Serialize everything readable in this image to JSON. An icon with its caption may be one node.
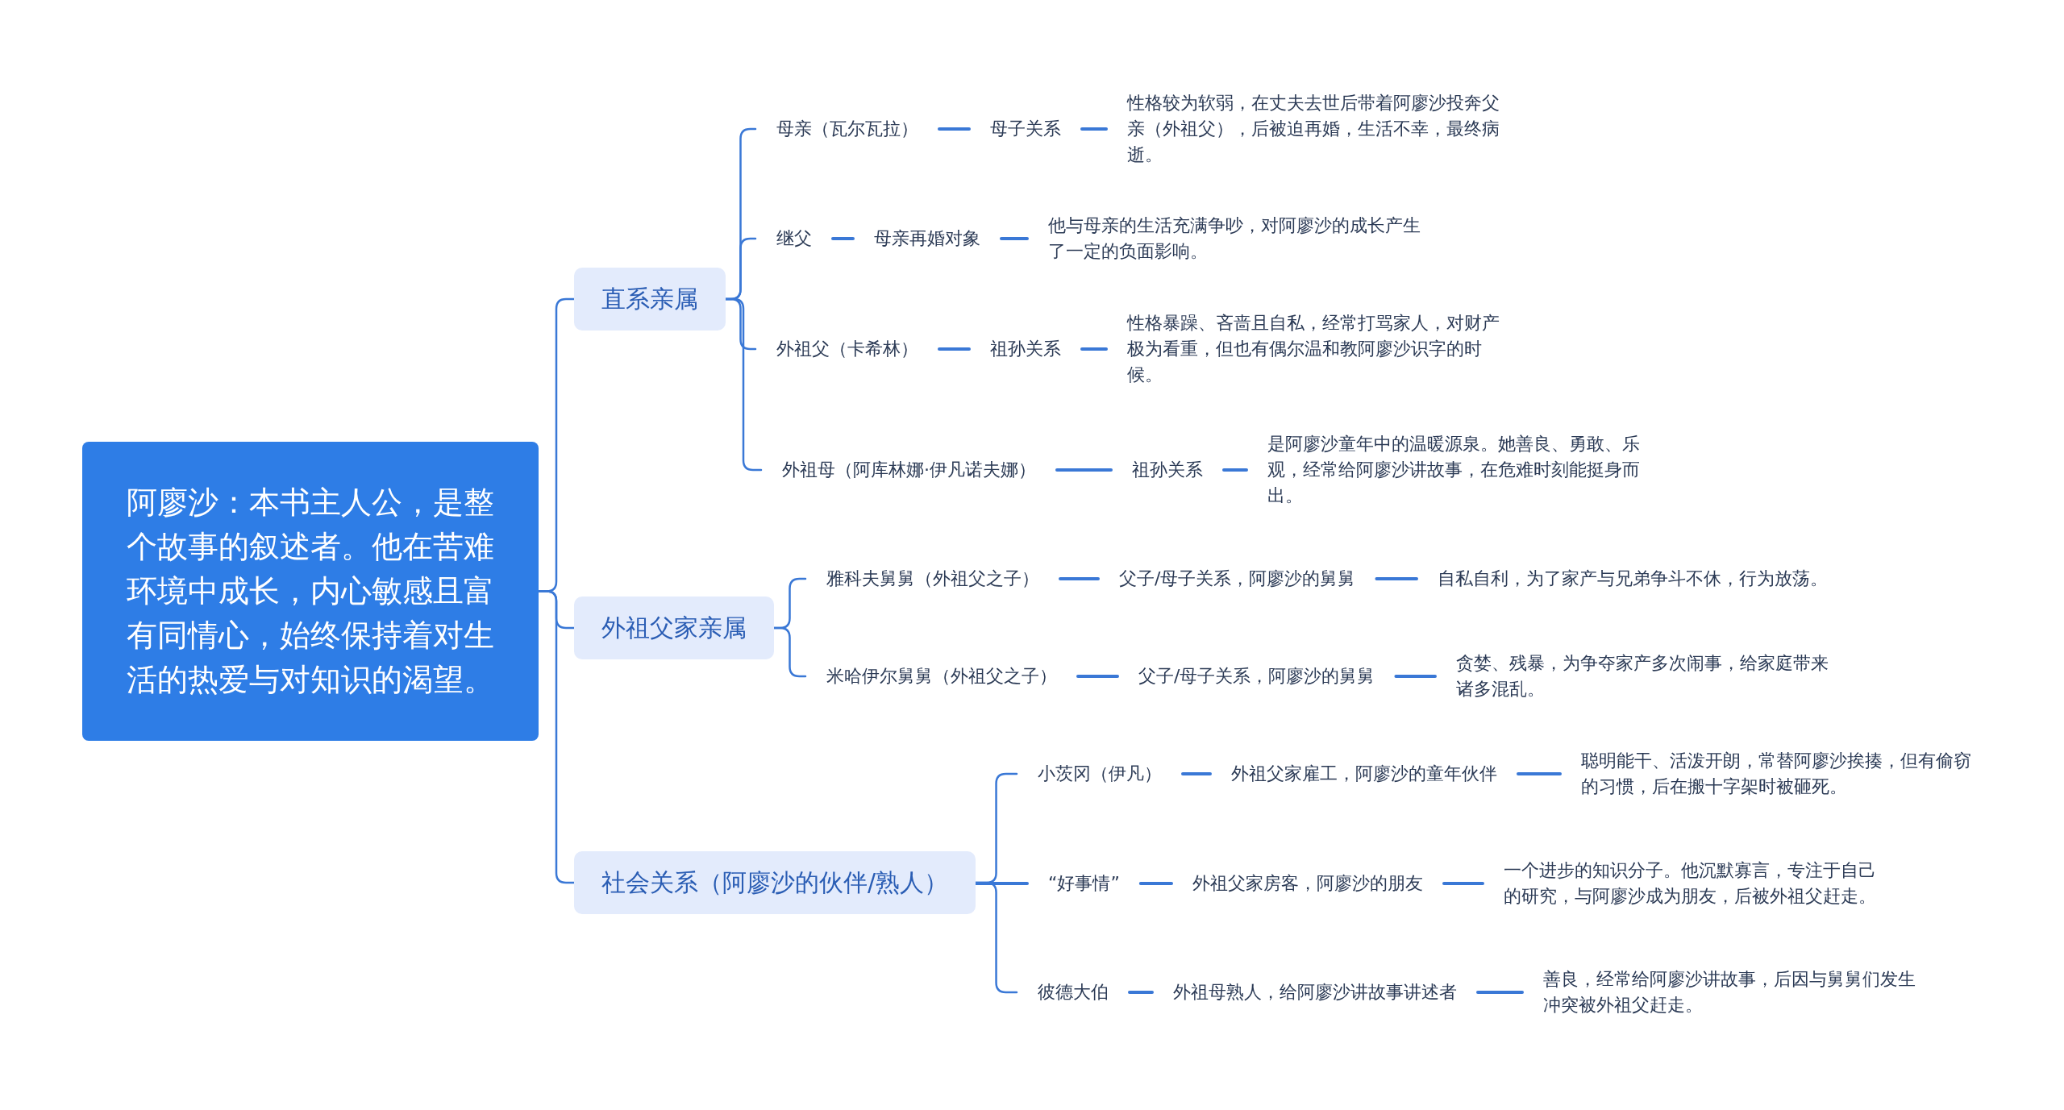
{
  "diagram": {
    "nodes": [
      {
        "text": [
          "阿廖沙：本书主人公，是整个故事的叙述者。他在苦难环境中成长，内心敏感且富有同情心，始终保持着对生活的热爱与对知识的渴望。"
        ]
      },
      {
        "text": [
          "直系亲属"
        ]
      },
      {
        "text": [
          "母亲（瓦尔瓦拉）"
        ]
      },
      {
        "text": [
          "母子关系"
        ]
      },
      {
        "text": [
          "性格较为软弱，在丈夫去世后带着阿廖沙投奔父亲（外祖父），后被迫再婚，生活不幸，最终病逝。"
        ]
      },
      {
        "text": [
          "继父"
        ]
      },
      {
        "text": [
          "母亲再婚对象"
        ]
      },
      {
        "text": [
          "他与母亲的生活充满争吵，对阿廖沙的成长产生了一定的负面影响。"
        ]
      },
      {
        "text": [
          "外祖父（卡希林）"
        ]
      },
      {
        "text": [
          "祖孙关系"
        ]
      },
      {
        "text": [
          "性格暴躁、吝啬且自私，经常打骂家人，对财产极为看重，但也有偶尔温和教阿廖沙识字的时候。"
        ]
      },
      {
        "text": [
          "外祖母（阿库林娜·伊凡诺夫娜）"
        ]
      },
      {
        "text": [
          "祖孙关系"
        ]
      },
      {
        "text": [
          "是阿廖沙童年中的温暖源泉。她善良、勇敢、乐观，经常给阿廖沙讲故事，在危难时刻能挺身而出。"
        ]
      },
      {
        "text": [
          "外祖父家亲属"
        ]
      },
      {
        "text": [
          "雅科夫舅舅（外祖父之子）"
        ]
      },
      {
        "text": [
          "父子/母子关系，阿廖沙的舅舅"
        ]
      },
      {
        "text": [
          "自私自利，为了家产与兄弟争斗不休，行为放荡。"
        ]
      },
      {
        "text": [
          "米哈伊尔舅舅（外祖父之子）"
        ]
      },
      {
        "text": [
          "父子/母子关系，阿廖沙的舅舅"
        ]
      },
      {
        "text": [
          "贪婪、残暴，为争夺家产多次闹事，给家庭带来诸多混乱。"
        ]
      },
      {
        "text": [
          "社会关系（阿廖沙的伙伴/熟人）"
        ]
      },
      {
        "text": [
          "小茨冈（伊凡）"
        ]
      },
      {
        "text": [
          "外祖父家雇工，阿廖沙的童年伙伴"
        ]
      },
      {
        "text": [
          "聪明能干、活泼开朗，常替阿廖沙挨揍，但有偷窃的习惯，后在搬十字架时被砸死。"
        ]
      },
      {
        "text": [
          "“好事情”"
        ]
      },
      {
        "text": [
          "外祖父家房客，阿廖沙的朋友"
        ]
      },
      {
        "text": [
          "一个进步的知识分子。他沉默寡言，专注于自己的研究，与阿廖沙成为朋友，后被外祖父赶走。"
        ]
      },
      {
        "text": [
          "彼德大伯"
        ]
      },
      {
        "text": [
          "外祖母熟人，给阿廖沙讲故事讲述者"
        ]
      },
      {
        "text": [
          "善良，经常给阿廖沙讲故事，后因与舅舅们发生冲突被外祖父赶走。"
        ]
      }
    ],
    "edges": [
      {
        "from": 0,
        "to": 1,
        "arrow": "none"
      },
      {
        "from": 0,
        "to": 14,
        "arrow": "none"
      },
      {
        "from": 0,
        "to": 21,
        "arrow": "none"
      },
      {
        "from": 1,
        "to": 2,
        "arrow": "none"
      },
      {
        "from": 2,
        "to": 3,
        "arrow": "none"
      },
      {
        "from": 3,
        "to": 4,
        "arrow": "none"
      },
      {
        "from": 1,
        "to": 5,
        "arrow": "none"
      },
      {
        "from": 5,
        "to": 6,
        "arrow": "none"
      },
      {
        "from": 6,
        "to": 7,
        "arrow": "none"
      },
      {
        "from": 1,
        "to": 8,
        "arrow": "none"
      },
      {
        "from": 8,
        "to": 9,
        "arrow": "none"
      },
      {
        "from": 9,
        "to": 10,
        "arrow": "none"
      },
      {
        "from": 1,
        "to": 11,
        "arrow": "none"
      },
      {
        "from": 11,
        "to": 12,
        "arrow": "none"
      },
      {
        "from": 12,
        "to": 13,
        "arrow": "none"
      },
      {
        "from": 14,
        "to": 15,
        "arrow": "none"
      },
      {
        "from": 15,
        "to": 16,
        "arrow": "none"
      },
      {
        "from": 16,
        "to": 17,
        "arrow": "none"
      },
      {
        "from": 14,
        "to": 18,
        "arrow": "none"
      },
      {
        "from": 18,
        "to": 19,
        "arrow": "none"
      },
      {
        "from": 19,
        "to": 20,
        "arrow": "none"
      },
      {
        "from": 21,
        "to": 22,
        "arrow": "none"
      },
      {
        "from": 22,
        "to": 23,
        "arrow": "none"
      },
      {
        "from": 23,
        "to": 24,
        "arrow": "none"
      },
      {
        "from": 21,
        "to": 25,
        "arrow": "none"
      },
      {
        "from": 25,
        "to": 26,
        "arrow": "none"
      },
      {
        "from": 26,
        "to": 27,
        "arrow": "none"
      },
      {
        "from": 21,
        "to": 28,
        "arrow": "none"
      },
      {
        "from": 28,
        "to": 29,
        "arrow": "none"
      },
      {
        "from": 29,
        "to": 30,
        "arrow": "none"
      }
    ]
  }
}
